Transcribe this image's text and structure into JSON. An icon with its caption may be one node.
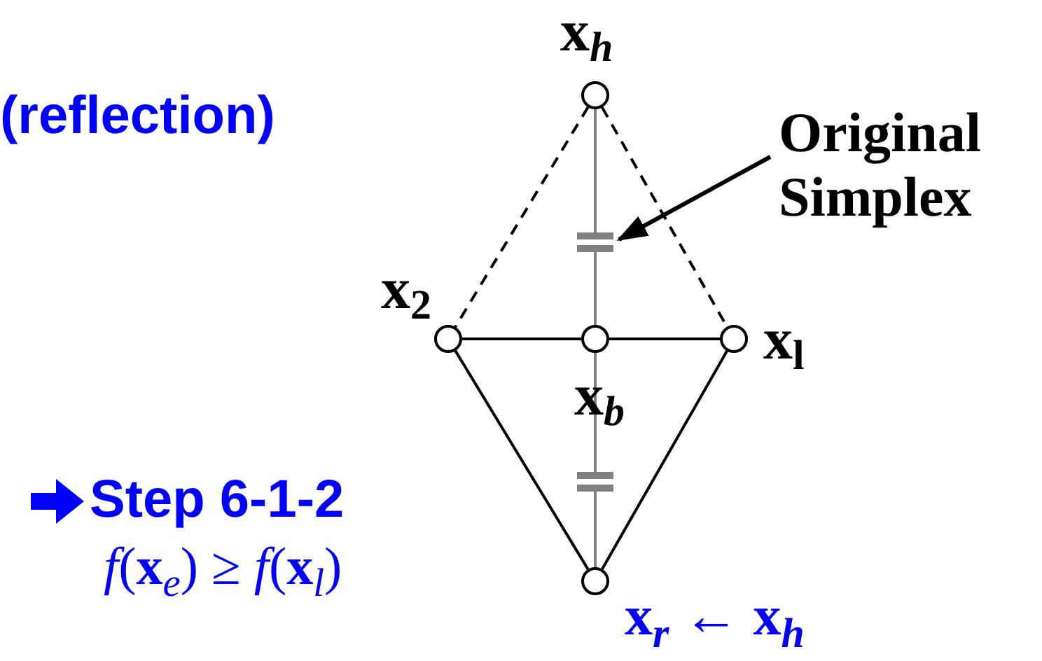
{
  "diagram": {
    "nodes": [
      {
        "text": [],
        "shape": "circle",
        "beside": [
          "x$_{h}$"
        ]
      },
      {
        "text": [],
        "shape": "circle",
        "beside": [
          "x$_{2}$"
        ]
      },
      {
        "text": [],
        "shape": "circle",
        "beside": [
          "x$_{b}$"
        ]
      },
      {
        "text": [],
        "shape": "circle",
        "beside": [
          "x$_{l}$"
        ]
      },
      {
        "text": [],
        "shape": "circle"
      },
      {
        "text": [
          "Original Simplex"
        ]
      },
      {
        "text": [],
        "shape": "bar"
      },
      {
        "text": [],
        "shape": "bar"
      }
    ],
    "edges": [
      {
        "from": 0,
        "to": 1,
        "arrow": "none",
        "style": "dashed"
      },
      {
        "from": 0,
        "to": 3,
        "arrow": "none",
        "style": "dashed"
      },
      {
        "from": 0,
        "to": 6,
        "arrow": "none",
        "color": "#808080"
      },
      {
        "from": 6,
        "to": 2,
        "arrow": "none",
        "color": "#808080"
      },
      {
        "from": 1,
        "to": 2,
        "arrow": "none"
      },
      {
        "from": 2,
        "to": 3,
        "arrow": "none"
      },
      {
        "from": 2,
        "to": 7,
        "arrow": "none",
        "color": "#808080"
      },
      {
        "from": 7,
        "to": 4,
        "arrow": "none",
        "color": "#808080"
      },
      {
        "from": 1,
        "to": 4,
        "arrow": "none"
      },
      {
        "from": 3,
        "to": 4,
        "arrow": "none"
      },
      {
        "from": 5,
        "to": 6,
        "arrow": "to"
      }
    ],
    "labels": [
      "(reflection)",
      "Step 6-1-2",
      "*f*(**x**$_{e}$) ≥ *f*(**x**$_{l}$)",
      "x$_{r}$ ← x$_{h}$"
    ]
  }
}
